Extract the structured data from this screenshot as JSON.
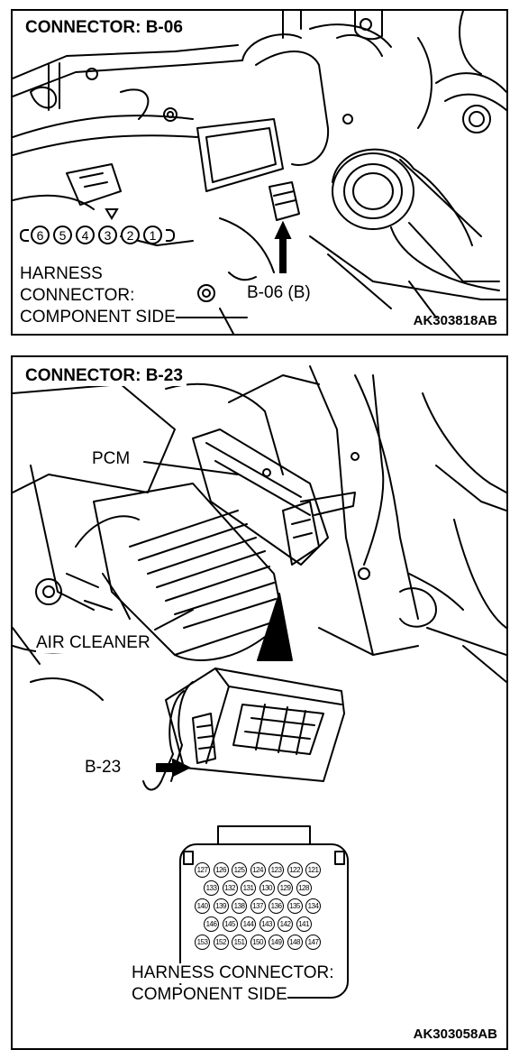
{
  "panel_top": {
    "title": "CONNECTOR: B-06",
    "pins": [
      "6",
      "5",
      "4",
      "3",
      "2",
      "1"
    ],
    "harness_label": [
      "HARNESS",
      "CONNECTOR:",
      "COMPONENT SIDE"
    ],
    "connector_label": "B-06 (B)",
    "figure_code": "AK303818AB"
  },
  "panel_bottom": {
    "title": "CONNECTOR: B-23",
    "pcm_label": "PCM",
    "air_cleaner_label": "AIR CLEANER",
    "connector_label": "B-23",
    "pin_rows": [
      [
        "127",
        "126",
        "125",
        "124",
        "123",
        "122",
        "121"
      ],
      [
        "133",
        "132",
        "131",
        "130",
        "129",
        "128"
      ],
      [
        "140",
        "139",
        "138",
        "137",
        "136",
        "135",
        "134"
      ],
      [
        "146",
        "145",
        "144",
        "143",
        "142",
        "141"
      ],
      [
        "153",
        "152",
        "151",
        "150",
        "149",
        "148",
        "147"
      ]
    ],
    "harness_label": [
      "HARNESS CONNECTOR:",
      "COMPONENT SIDE"
    ],
    "figure_code": "AK303058AB"
  }
}
